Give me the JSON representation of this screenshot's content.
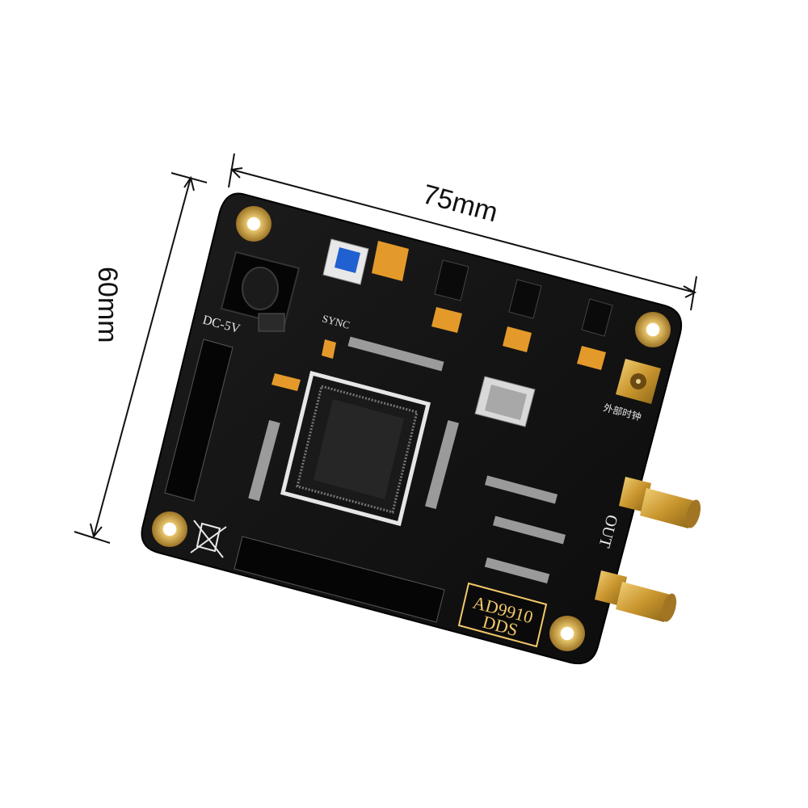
{
  "dimensions": {
    "width_label": "75mm",
    "height_label": "60mm"
  },
  "board": {
    "power_label": "DC-5V",
    "sync_label": "SYNC",
    "out_label": "OUT",
    "chip_badge_line1": "AD9910",
    "chip_badge_line2": "DDS",
    "ext_clock_label": "外部时钟"
  },
  "colors": {
    "pcb": "#141414",
    "silkscreen": "#e8e8e8",
    "gold": "#c9a24a",
    "tantalum": "#e49a2a",
    "button": "#2060d0"
  }
}
